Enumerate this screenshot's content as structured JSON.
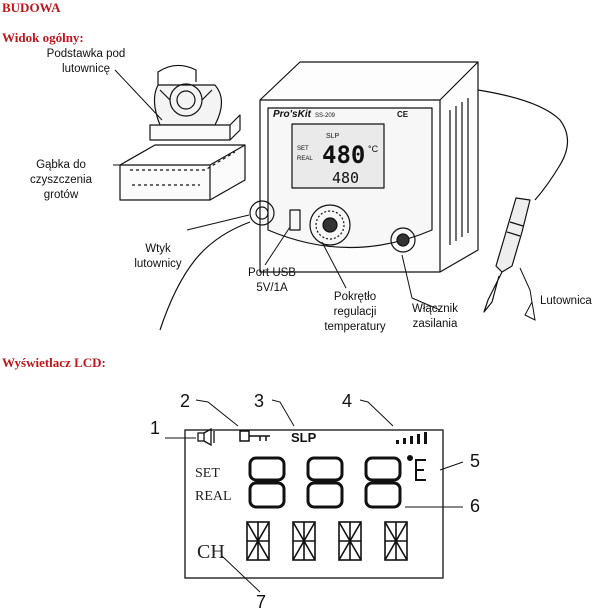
{
  "headings": {
    "section_title": "BUDOWA",
    "overview_title": "Widok ogólny:",
    "lcd_title": "Wyświetlacz LCD:"
  },
  "overview_labels": {
    "holder_line1": "Podstawka pod",
    "holder_line2": "lutownicę",
    "sponge_line1": "Gąbka do",
    "sponge_line2": "czyszczenia",
    "sponge_line3": "grotów",
    "plug_line1": "Wtyk",
    "plug_line2": "lutownicy",
    "usb_line1": "Port USB",
    "usb_line2": "5V/1A",
    "knob_line1": "Pokrętło",
    "knob_line2": "regulacji",
    "knob_line3": "temperatury",
    "switch_line1": "Włącznik",
    "switch_line2": "zasilania",
    "iron": "Lutownica"
  },
  "device": {
    "brand": "Pro'sKit",
    "model": "SS-209",
    "ce": "CE",
    "slp": "SLP",
    "set": "SET",
    "real": "REAL",
    "big_value": "480",
    "unit": "°C",
    "small_value": "480"
  },
  "lcd": {
    "callouts": [
      "1",
      "2",
      "3",
      "4",
      "5",
      "6",
      "7"
    ],
    "slp": "SLP",
    "set": "SET",
    "real": "REAL",
    "ch": "CH"
  }
}
